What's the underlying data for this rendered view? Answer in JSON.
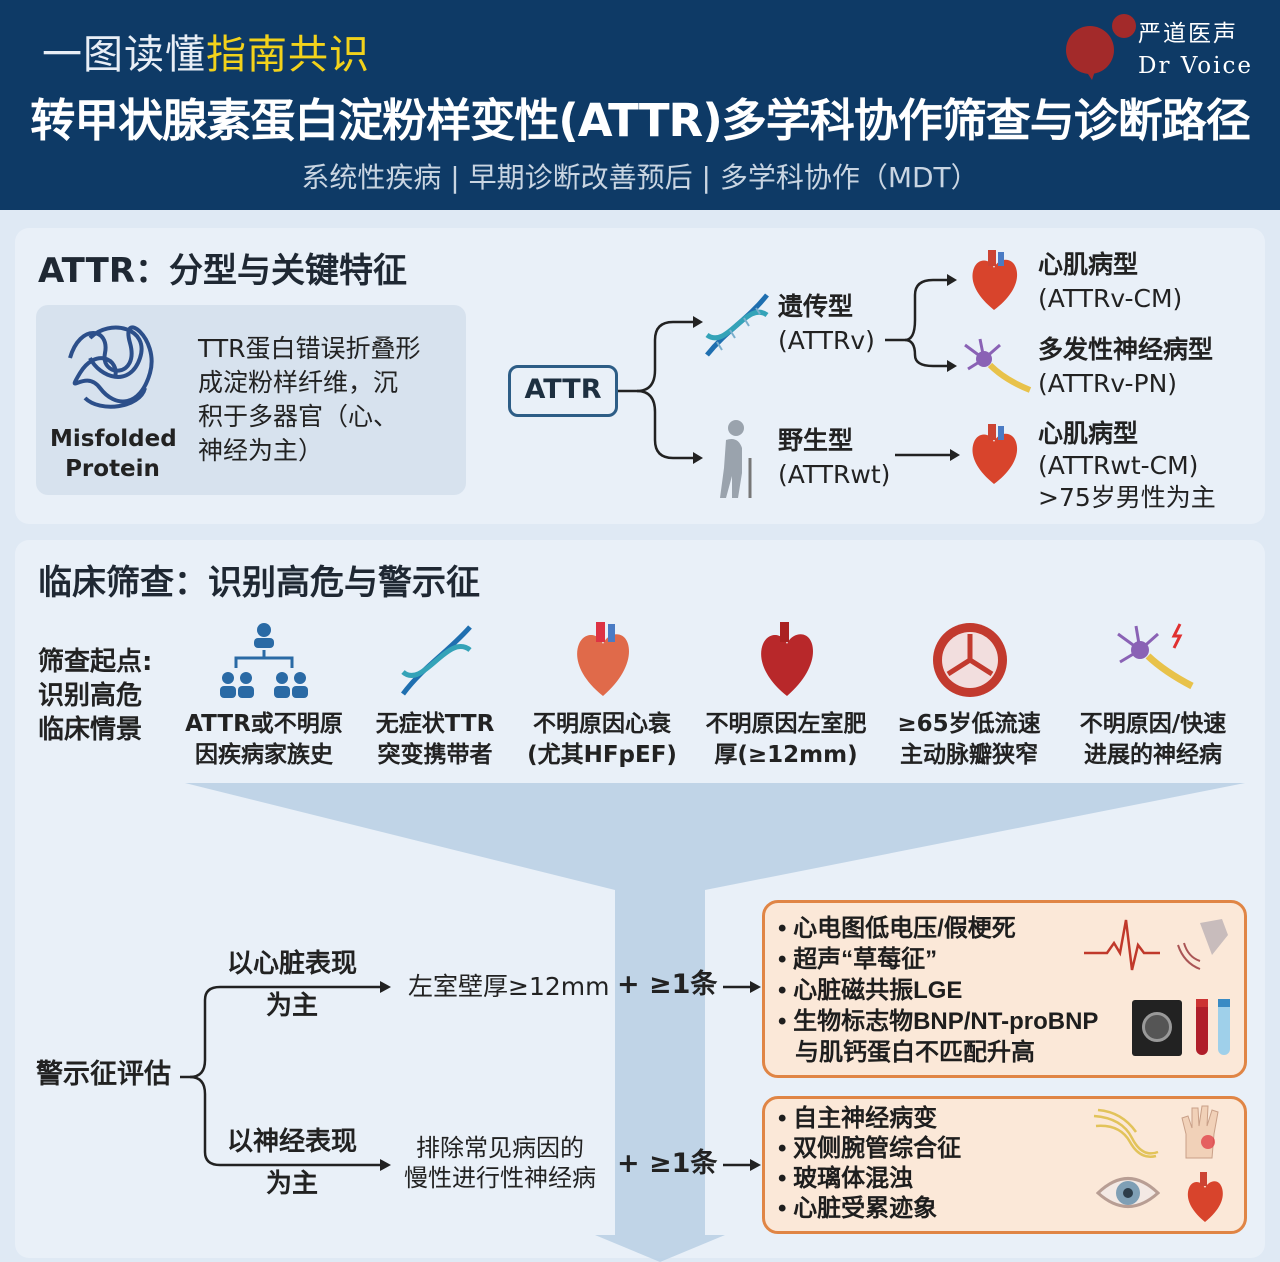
{
  "header": {
    "kicker_plain": "一图读懂",
    "kicker_highlight": "指南共识",
    "title": "转甲状腺素蛋白淀粉样变性(ATTR)多学科协作筛查与诊断路径",
    "subtitle": "系统性疾病 | 早期诊断改善预后 | 多学科协作（MDT）",
    "logo": {
      "cn": "严道医声",
      "en": "Dr Voice",
      "color": "#a32a2a"
    }
  },
  "section1": {
    "title": "ATTR：分型与关键特征",
    "protein_label": [
      "Misfolded",
      "Protein"
    ],
    "description": [
      "TTR蛋白错误折叠形",
      "成淀粉样纤维，沉",
      "积于多器官（心、",
      "神经为主）"
    ],
    "root": "ATTR",
    "hereditary": {
      "name": "遗传型",
      "code": "(ATTRv)",
      "icon": "dna-icon",
      "subtypes": [
        {
          "name": "心肌病型",
          "code": "(ATTRv-CM)",
          "icon": "heart-icon"
        },
        {
          "name": "多发性神经病型",
          "code": "(ATTRv-PN)",
          "icon": "neuron-icon"
        }
      ]
    },
    "wildtype": {
      "name": "野生型",
      "code": "(ATTRwt)",
      "icon": "elderly-person-icon",
      "subtype": {
        "name": "心肌病型",
        "code": "(ATTRwt-CM)",
        "note": ">75岁男性为主",
        "icon": "heart-icon"
      }
    }
  },
  "section2": {
    "title": "临床筛查：识别高危与警示征",
    "start_label": [
      "筛查起点:",
      "识别高危",
      "临床情景"
    ],
    "criteria": [
      {
        "lines": [
          "ATTR或不明原",
          "因疾病家族史"
        ],
        "icon": "family-tree-icon"
      },
      {
        "lines": [
          "无症状TTR",
          "突变携带者"
        ],
        "icon": "dna-icon"
      },
      {
        "lines": [
          "不明原因心衰",
          "(尤其HFpEF)"
        ],
        "icon": "heart-icon"
      },
      {
        "lines": [
          "不明原因左室肥",
          "厚(≥12mm)"
        ],
        "icon": "heart-icon"
      },
      {
        "lines": [
          "≥65岁低流速",
          "主动脉瓣狭窄"
        ],
        "icon": "aortic-valve-icon"
      },
      {
        "lines": [
          "不明原因/快速",
          "进展的神经病"
        ],
        "icon": "neuron-icon"
      }
    ],
    "warning_label": "警示征评估",
    "cardiac": {
      "branch": [
        "以心脏表现",
        "为主"
      ],
      "condition": "左室壁厚≥12mm",
      "plus": "+ ≥1条",
      "items": [
        "心电图低电压/假梗死",
        "超声“草莓征”",
        "心脏磁共振LGE",
        "生物标志物BNP/NT-proBNP",
        "与肌钙蛋白不匹配升高"
      ]
    },
    "neuro": {
      "branch": [
        "以神经表现",
        "为主"
      ],
      "condition": [
        "排除常见病因的",
        "慢性进行性神经病"
      ],
      "plus": "+ ≥1条",
      "items": [
        "自主神经病变",
        "双侧腕管综合征",
        "玻璃体混浊",
        "心脏受累迹象"
      ]
    },
    "colors": {
      "header": "#0e3a66",
      "accent": "#f2d21b",
      "box_border": "#e08545",
      "box_fill": "#fbe8d8",
      "funnel": "#b9cfe4"
    }
  }
}
